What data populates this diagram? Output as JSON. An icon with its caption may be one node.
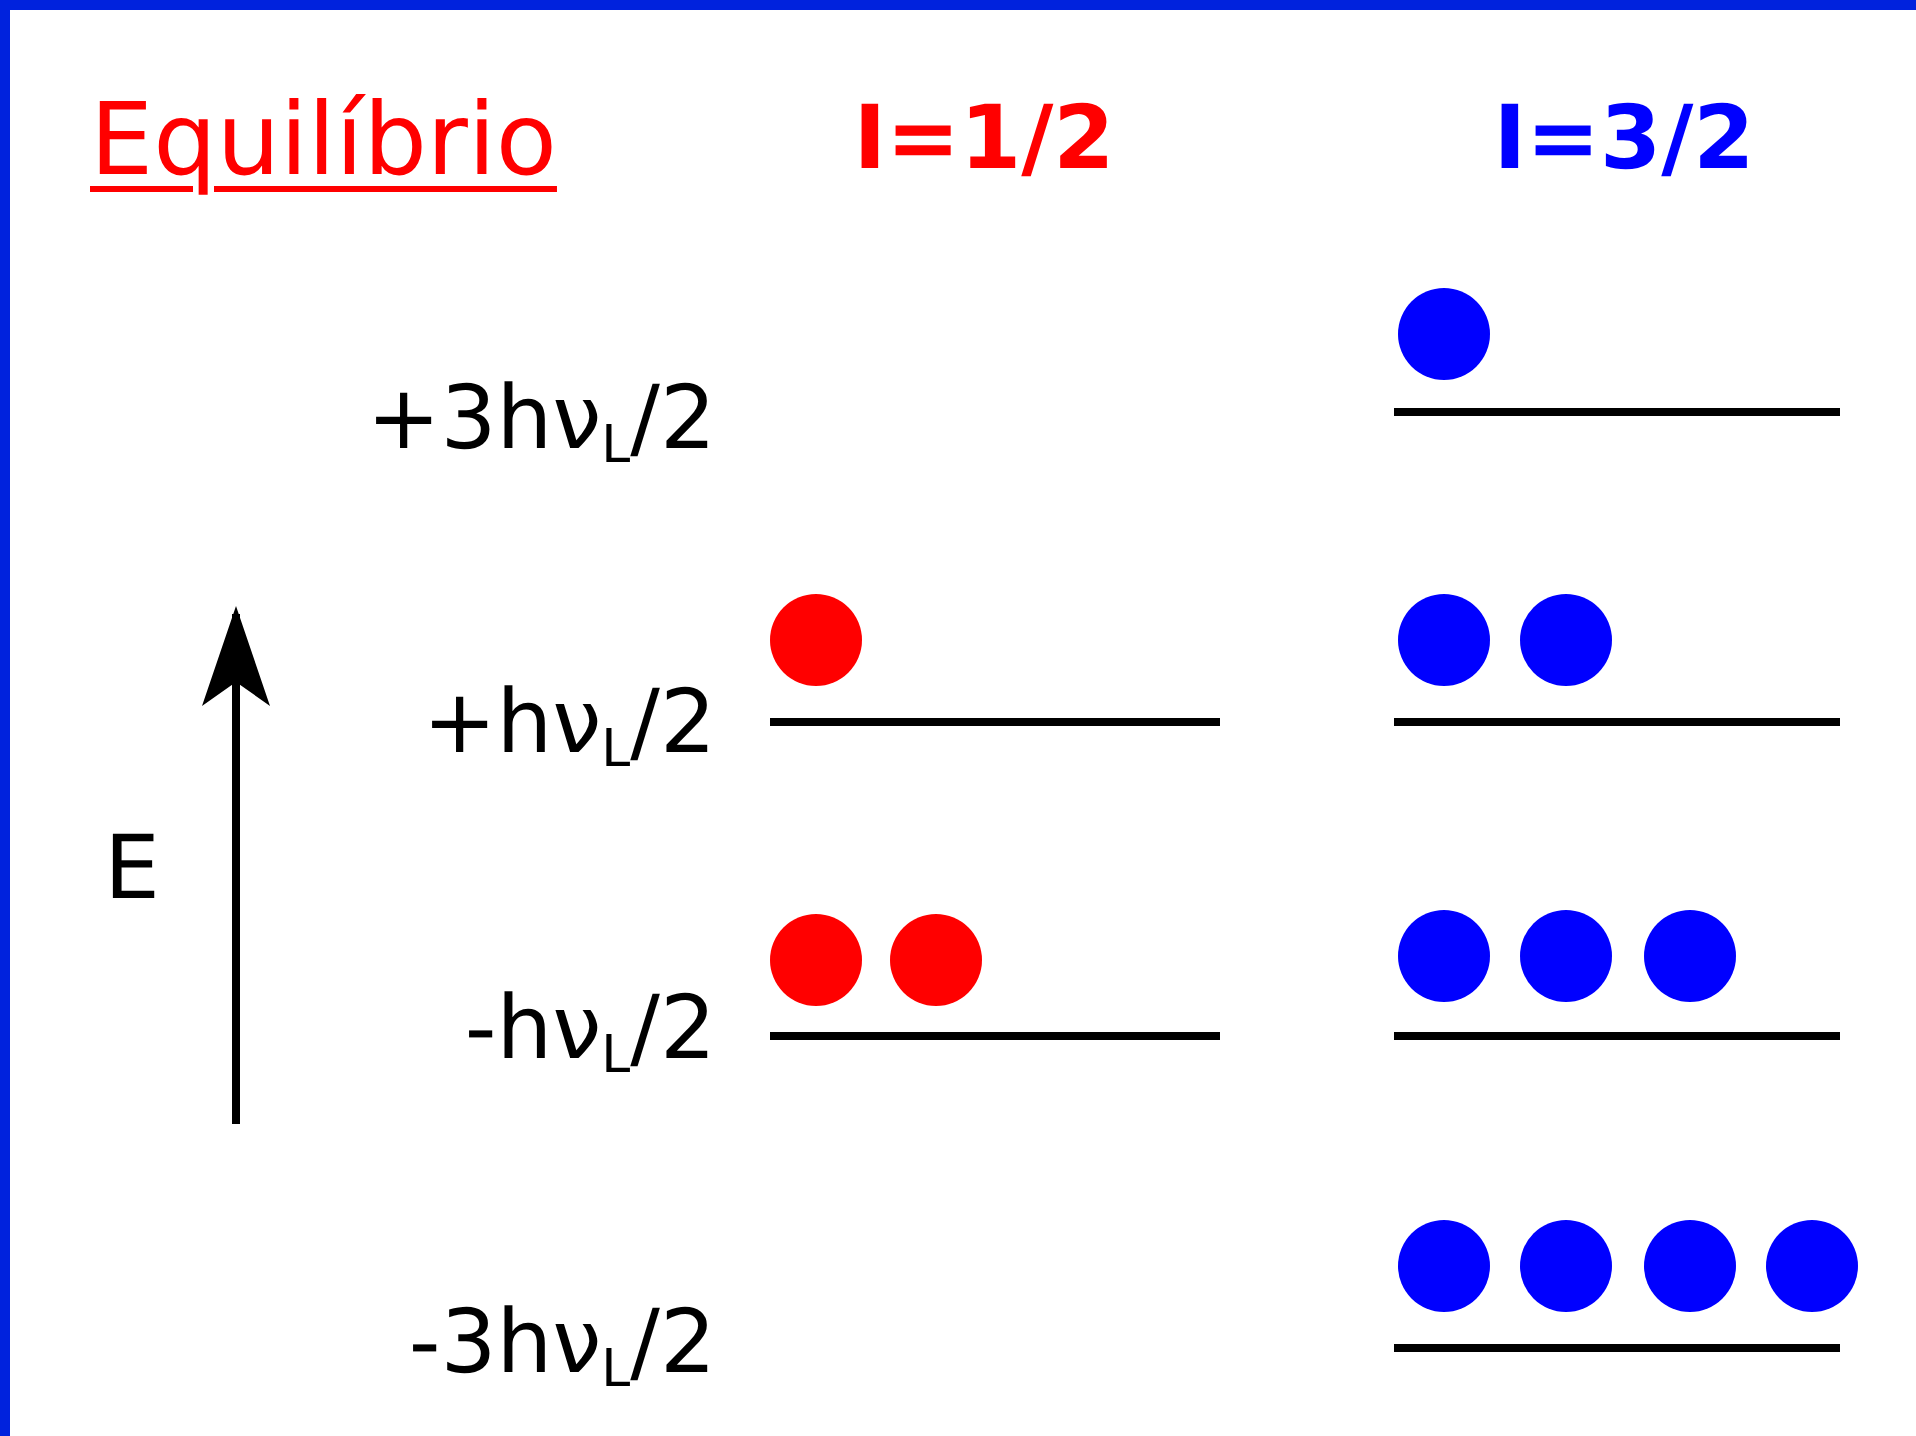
{
  "diagram": {
    "title": "Equilíbrio",
    "nodes": [
      {
        "text": [],
        "shape": "circle"
      },
      {
        "text": [],
        "shape": "bar"
      },
      {
        "text": [],
        "shape": "circle"
      },
      {
        "text": [],
        "shape": "circle"
      },
      {
        "text": [],
        "shape": "circle"
      },
      {
        "text": [],
        "shape": "bar"
      },
      {
        "text": [],
        "shape": "bar"
      },
      {
        "text": [],
        "shape": "circle"
      },
      {
        "text": [],
        "shape": "circle"
      },
      {
        "text": [],
        "shape": "circle"
      },
      {
        "text": [],
        "shape": "circle"
      },
      {
        "text": [],
        "shape": "circle"
      },
      {
        "text": [],
        "shape": "bar"
      },
      {
        "text": [],
        "shape": "bar"
      },
      {
        "text": [],
        "shape": "circle"
      },
      {
        "text": [],
        "shape": "circle"
      },
      {
        "text": [],
        "shape": "circle"
      },
      {
        "text": [],
        "shape": "circle"
      },
      {
        "text": [],
        "shape": "bar"
      }
    ],
    "labels": [
      "I=1/2",
      "I=3/2",
      "+3hν$_{L}$/2",
      "E",
      "+hν$_{L}$/2",
      "-hν$_{L}$/2",
      "-3hν$_{L}$/2"
    ]
  }
}
